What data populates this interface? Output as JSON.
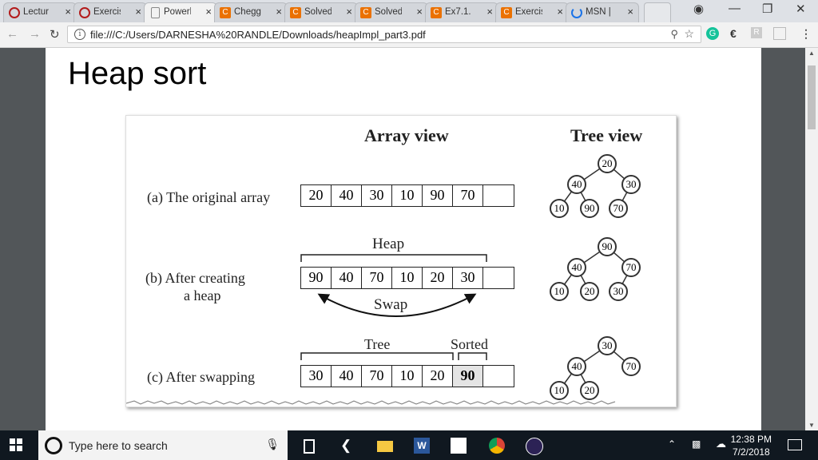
{
  "browser": {
    "tabs": [
      {
        "label": "Lectur",
        "icon": "cornell-icon",
        "color": "#b31b1b",
        "active": false
      },
      {
        "label": "Exercis",
        "icon": "cornell-icon",
        "color": "#b31b1b",
        "active": false
      },
      {
        "label": "Powerl",
        "icon": "document-icon",
        "color": "#888888",
        "active": true
      },
      {
        "label": "Chegg",
        "icon": "chegg-icon",
        "color": "#eb7100",
        "active": false
      },
      {
        "label": "Solved",
        "icon": "chegg-icon",
        "color": "#eb7100",
        "active": false
      },
      {
        "label": "Solved",
        "icon": "chegg-icon",
        "color": "#eb7100",
        "active": false
      },
      {
        "label": "Ex7.1.",
        "icon": "chegg-icon",
        "color": "#eb7100",
        "active": false
      },
      {
        "label": "Exercis",
        "icon": "chegg-icon",
        "color": "#eb7100",
        "active": false
      },
      {
        "label": "MSN |",
        "icon": "loading-icon",
        "color": "#1a73e8",
        "active": false
      }
    ],
    "url": "file:///C:/Users/DARNESHA%20RANDLE/Downloads/heapImpl_part3.pdf"
  },
  "page": {
    "heading": "Heap sort"
  },
  "figure": {
    "array_view_title": "Array view",
    "tree_view_title": "Tree view",
    "rows": [
      {
        "label": "(a) The original array",
        "label2": "",
        "cells": [
          "20",
          "40",
          "30",
          "10",
          "90",
          "70",
          ""
        ]
      },
      {
        "label": "(b) After creating",
        "label2": "a heap",
        "cells": [
          "90",
          "40",
          "70",
          "10",
          "20",
          "30",
          ""
        ]
      },
      {
        "label": "(c) After swapping",
        "label2": "",
        "cells": [
          "30",
          "40",
          "70",
          "10",
          "20",
          "90",
          ""
        ]
      }
    ],
    "heap_label": "Heap",
    "swap_label": "Swap",
    "tree_label": "Tree",
    "sorted_label": "Sorted",
    "trees": [
      [
        "20",
        "40",
        "30",
        "10",
        "90",
        "70"
      ],
      [
        "90",
        "40",
        "70",
        "10",
        "20",
        "30"
      ],
      [
        "30",
        "40",
        "70",
        "10",
        "20"
      ]
    ]
  },
  "taskbar": {
    "search_placeholder": "Type here to search",
    "time": "12:38 PM",
    "date": "7/2/2018"
  }
}
